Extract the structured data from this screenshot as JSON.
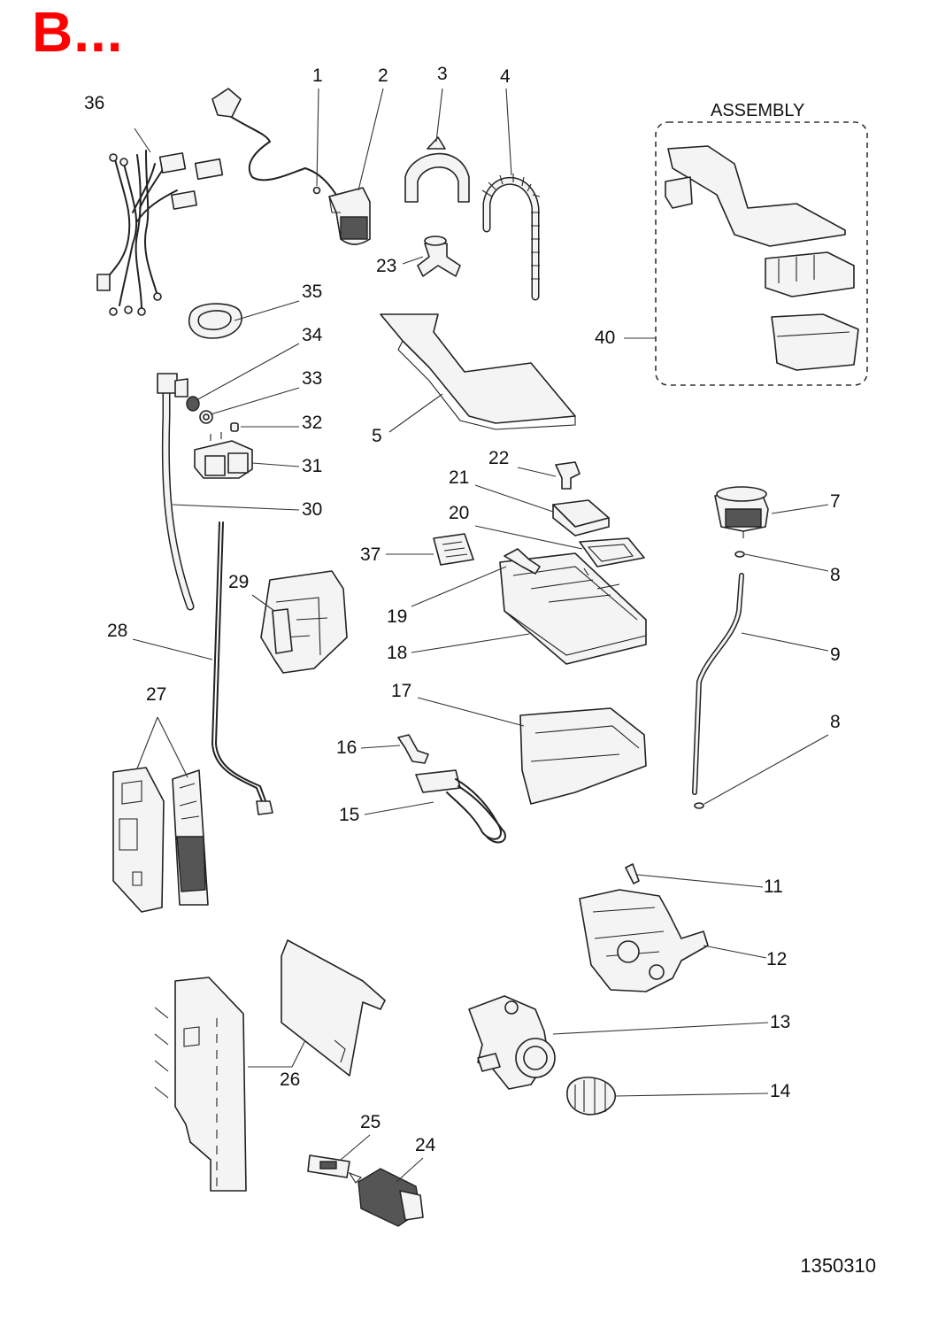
{
  "header": {
    "title": "B...",
    "title_color": "#ff0000"
  },
  "footer": {
    "drawing_number": "1350310"
  },
  "assembly": {
    "label": "ASSEMBLY",
    "callout": "40"
  },
  "callouts": {
    "c1": "1",
    "c2": "2",
    "c3": "3",
    "c4": "4",
    "c5": "5",
    "c7": "7",
    "c8a": "8",
    "c8b": "8",
    "c9": "9",
    "c11": "11",
    "c12": "12",
    "c13": "13",
    "c14": "14",
    "c15": "15",
    "c16": "16",
    "c17": "17",
    "c18": "18",
    "c19": "19",
    "c20": "20",
    "c21": "21",
    "c22": "22",
    "c23": "23",
    "c24": "24",
    "c25": "25",
    "c26": "26",
    "c27": "27",
    "c28": "28",
    "c29": "29",
    "c30": "30",
    "c31": "31",
    "c32": "32",
    "c33": "33",
    "c34": "34",
    "c35": "35",
    "c36": "36",
    "c37": "37"
  },
  "icons": {
    "part1": "screw-icon",
    "part2": "mains-cable-filter-icon",
    "part3": "hose-support-icon",
    "part4": "drain-hose-icon",
    "part5": "top-cover-icon",
    "part7": "pressure-switch-icon",
    "part8": "o-ring-icon",
    "part9": "pressure-tube-icon",
    "part11": "screw-icon",
    "part12": "pump-body-icon",
    "part13": "drain-pump-icon",
    "part14": "filter-icon",
    "part15": "heating-element-icon",
    "part16": "sensor-icon",
    "part17": "dispenser-housing-icon",
    "part18": "detergent-drawer-icon",
    "part19": "siphon-icon",
    "part20": "insert-icon",
    "part21": "softener-cup-icon",
    "part22": "cap-icon",
    "part23": "y-connector-icon",
    "part24": "module-icon",
    "part25": "label-icon",
    "part26": "shield-icon",
    "part27": "circuit-board-icon",
    "part28": "earth-wire-icon",
    "part29": "door-lock-icon",
    "part30": "fill-hose-icon",
    "part31": "valve-icon",
    "part32": "cap-icon",
    "part33": "washer-icon",
    "part34": "filter-icon",
    "part35": "grommet-icon",
    "part36": "wiring-harness-icon",
    "part40": "dispenser-assembly-icon"
  }
}
